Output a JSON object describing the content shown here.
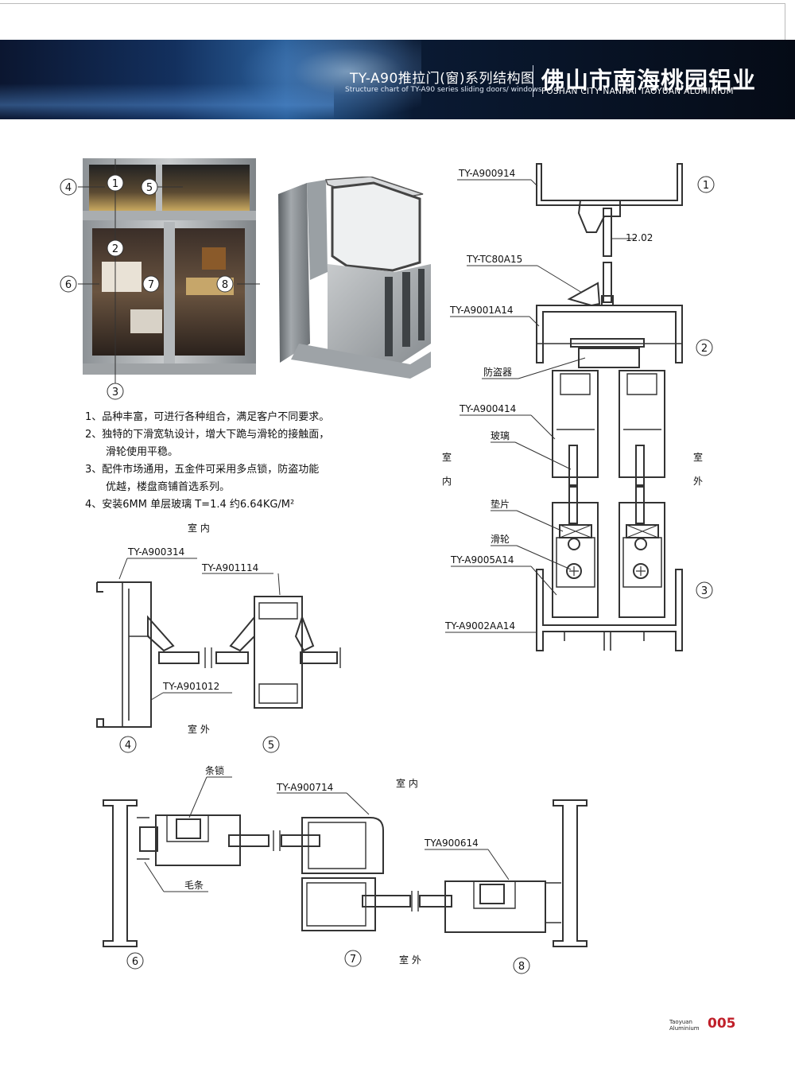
{
  "header": {
    "title_cn": "TY-A90推拉门(窗)系列结构图",
    "title_en": "Structure chart of TY-A90 series sliding doors/ windows",
    "company_cn": "佛山市南海桃园铝业",
    "company_en": "FOSHAN CITY NANHAI TAOYUAN ALUMINIUM"
  },
  "photo_callouts": [
    "1",
    "2",
    "3",
    "4",
    "5",
    "6",
    "7",
    "8"
  ],
  "features": [
    {
      "line": "1、品种丰富，可进行各种组合，满足客户不同要求。"
    },
    {
      "line": "2、独特的下滑宽轨设计，增大下跪与滑轮的接触面，",
      "cont": "滑轮使用平稳。"
    },
    {
      "line": "3、配件市场通用，五金件可采用多点锁，防盗功能",
      "cont": "优越，楼盘商铺首选系列。"
    },
    {
      "line": "4、安装6MM 单层玻璃  T=1.4  约6.64KG/M²"
    }
  ],
  "vertical_section": {
    "labels": {
      "top_frame": "TY-A900914",
      "dim": "12.02",
      "glazing_bead": "TY-TC80A15",
      "upper_frame": "TY-A9001A14",
      "anti_theft": "防盗器",
      "sash": "TY-A900414",
      "glass": "玻璃",
      "spacer": "垫片",
      "roller": "滑轮",
      "sash_bottom": "TY-A9005A14",
      "bottom_track": "TY-A9002AA14"
    },
    "side_indoor": [
      "室",
      "内"
    ],
    "side_outdoor": [
      "室",
      "外"
    ],
    "circles": [
      "1",
      "2",
      "3"
    ]
  },
  "section_45": {
    "indoor": "室 内",
    "outdoor": "室 外",
    "labels": {
      "a": "TY-A900314",
      "b": "TY-A901114",
      "c": "TY-A901012"
    },
    "circles": [
      "4",
      "5"
    ]
  },
  "section_678": {
    "labels": {
      "lock": "条锁",
      "interlock": "TY-A900714",
      "brush": "毛条",
      "sash_right": "TYA900614"
    },
    "indoor": "室 内",
    "outdoor": "室 外",
    "circles": [
      "6",
      "7",
      "8"
    ]
  },
  "footer": {
    "brand_1": "Taoyuan",
    "brand_2": "Aluminium",
    "page": "005"
  }
}
